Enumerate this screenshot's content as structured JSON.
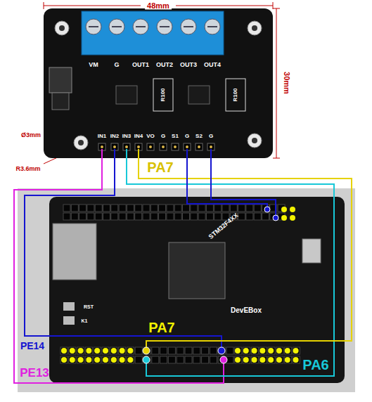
{
  "diagram": {
    "labels": [
      "48mm",
      "30mm",
      "Ø3mm",
      "R3.6mm",
      "VM",
      "G",
      "OUT1",
      "OUT2",
      "OUT3",
      "OUT4",
      "R100",
      "R100",
      "IN1",
      "IN2",
      "IN3",
      "IN4",
      "VO",
      "G",
      "S1",
      "G",
      "S2",
      "G",
      "PA7",
      "STM32F4XX",
      "DevEBox",
      "RST",
      "K1",
      "PA7",
      "PE14",
      "PE13",
      "PA6"
    ]
  }
}
